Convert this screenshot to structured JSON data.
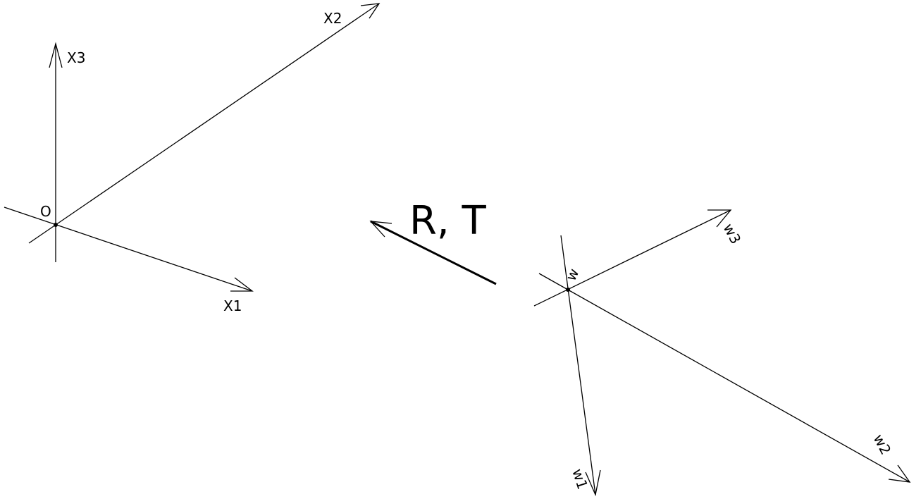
{
  "world_frame": {
    "origin_label": "O",
    "axis_x1_label": "X1",
    "axis_x2_label": "X2",
    "axis_x3_label": "X3"
  },
  "transform": {
    "label": "R, T"
  },
  "camera_frame": {
    "origin_label": "w",
    "axis_w1_label": "w1",
    "axis_w2_label": "w2",
    "axis_w3_label": "w3"
  },
  "colors": {
    "stroke": "#000000",
    "background": "#ffffff"
  }
}
